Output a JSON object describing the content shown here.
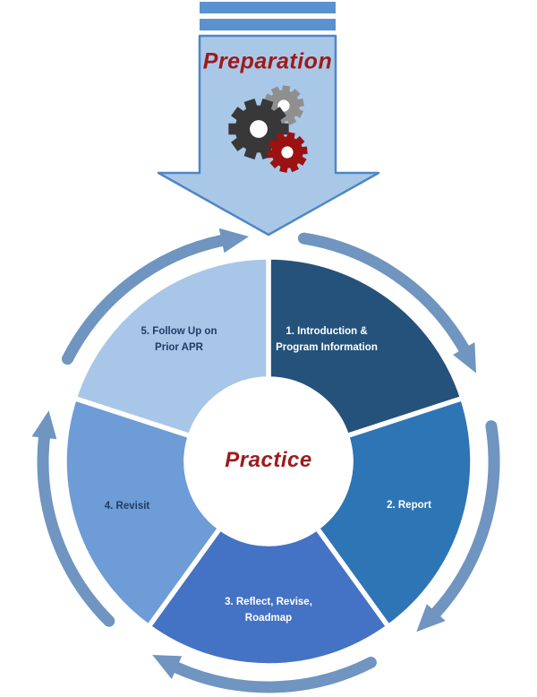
{
  "diagram": {
    "preparation": {
      "label": "Preparation"
    },
    "practice": {
      "label": "Practice"
    },
    "segments": [
      {
        "id": 1,
        "label": "1. Introduction &\nProgram Information",
        "color": "#24527a",
        "text_color": "#ffffff"
      },
      {
        "id": 2,
        "label": "2. Report",
        "color": "#2e75b5",
        "text_color": "#ffffff"
      },
      {
        "id": 3,
        "label": "3. Reflect, Revise,\nRoadmap",
        "color": "#4472c4",
        "text_color": "#ffffff"
      },
      {
        "id": 4,
        "label": "4. Revisit",
        "color": "#6d9cd6",
        "text_color": "#1f3d68"
      },
      {
        "id": 5,
        "label": "5. Follow Up on\nPrior APR",
        "color": "#a8c6e8",
        "text_color": "#1f3d68"
      }
    ]
  },
  "colors": {
    "accent_red": "#9e1a1a",
    "arrow_fill": "#a9c8e8",
    "arrow_border": "#4f86c6",
    "arrow_stripe": "#5a91ce",
    "cycle_arrow": "#6f95c0",
    "gear_dark": "#383838",
    "gear_gray": "#8f8f8f",
    "gear_red": "#9c1111",
    "divider": "#ffffff"
  },
  "icons": {
    "down_arrow": "down-arrow-icon",
    "gears": "gears-icon",
    "cycle_arrows": "cycle-arrows-icon"
  }
}
